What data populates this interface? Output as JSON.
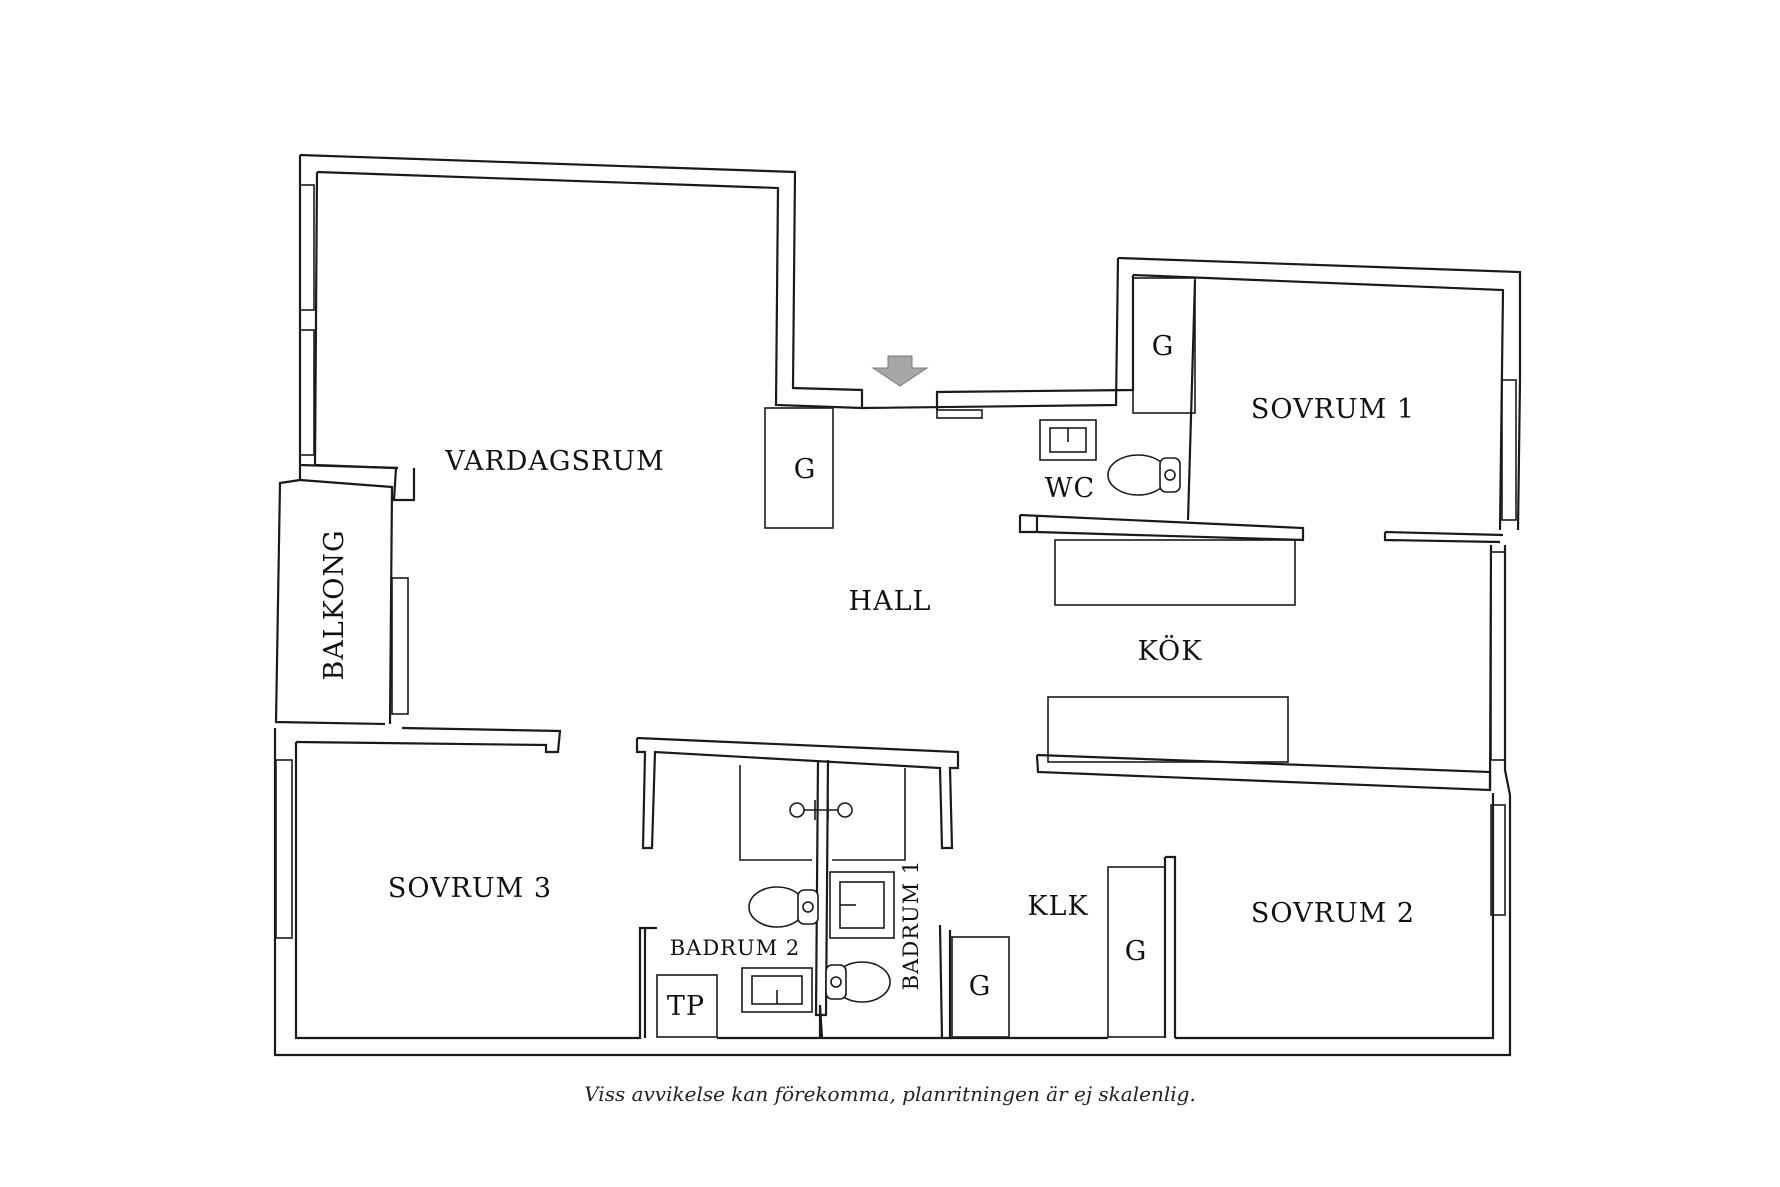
{
  "rooms": {
    "vardagsrum": "VARDAGSRUM",
    "hall": "HALL",
    "kok": "KÖK",
    "sovrum1": "SOVRUM 1",
    "sovrum2": "SOVRUM 2",
    "sovrum3": "SOVRUM 3",
    "balkong": "BALKONG",
    "wc": "WC",
    "klk": "KLK",
    "badrum1": "BADRUM 1",
    "badrum2": "BADRUM 2",
    "tp": "TP",
    "closet": "G"
  },
  "disclaimer": "Viss avvikelse kan förekomma, planritningen är ej skalenlig.",
  "colors": {
    "wall": "#1a1a1a",
    "entrance_arrow": "#a6a6a6",
    "background": "#ffffff"
  },
  "icons": [
    "entrance-arrow-icon",
    "toilet-icon",
    "sink-icon",
    "shower-icon",
    "window-icon"
  ]
}
